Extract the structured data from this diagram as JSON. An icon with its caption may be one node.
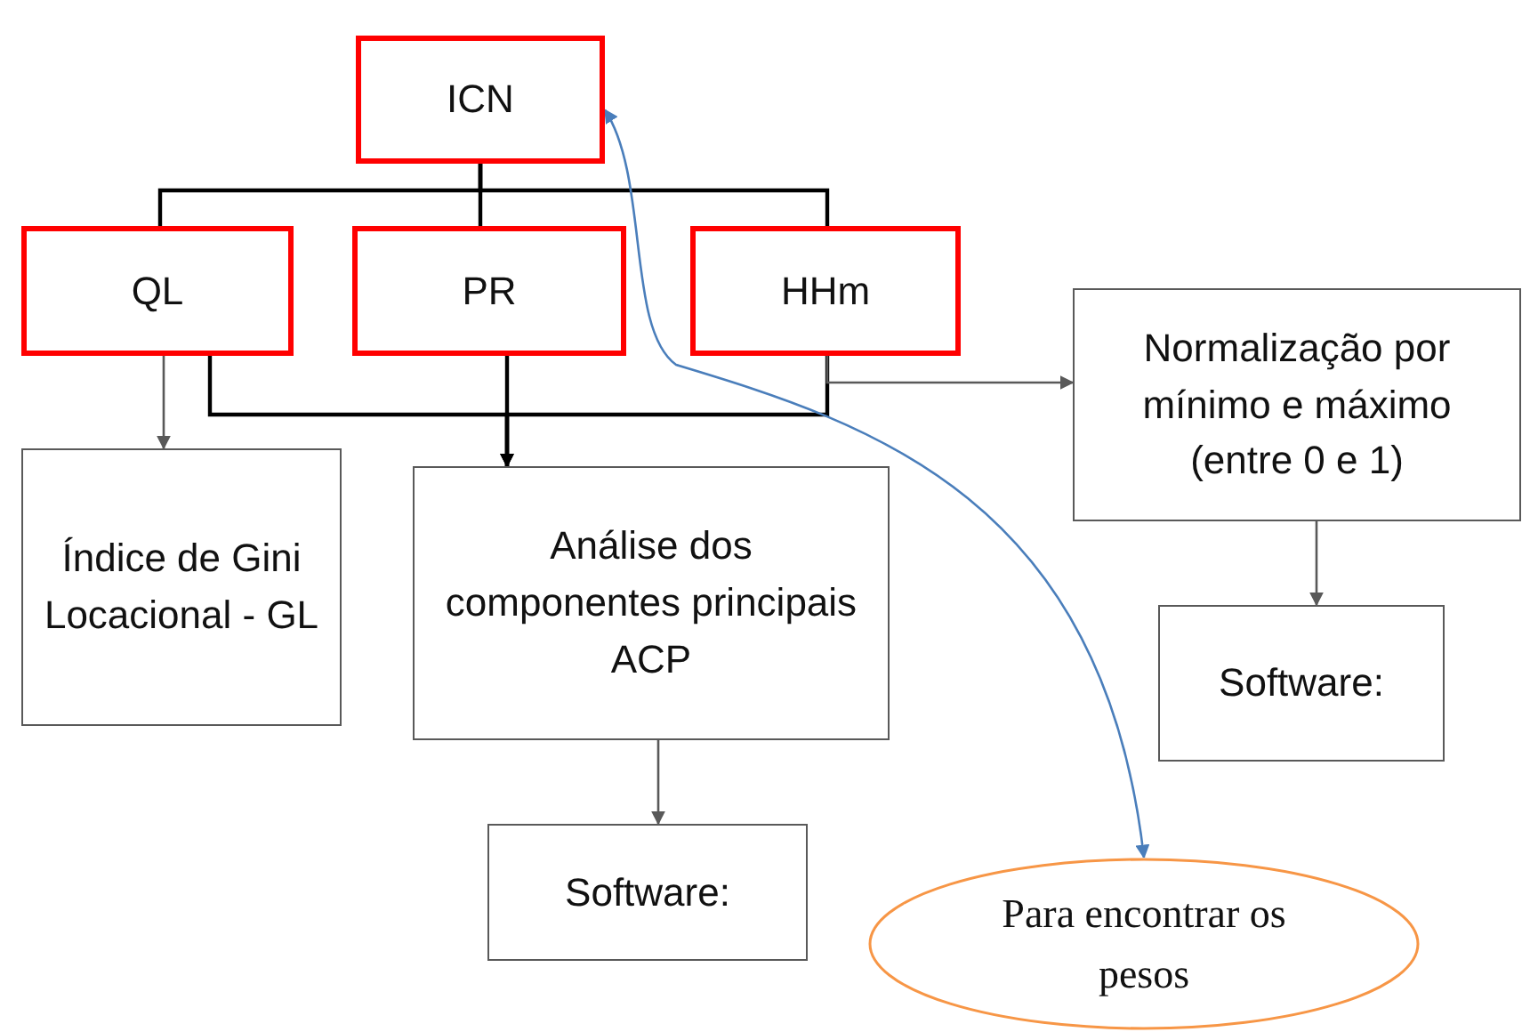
{
  "diagram": {
    "nodes": [
      {
        "text": [
          "ICN"
        ]
      },
      {
        "text": [
          "QL"
        ]
      },
      {
        "text": [
          "PR"
        ]
      },
      {
        "text": [
          "HHm"
        ]
      },
      {
        "text": [
          "Normalização por mínimo e máximo (entre 0 e 1)"
        ]
      },
      {
        "text": [
          "Índice de Gini Locacional - GL"
        ]
      },
      {
        "text": [
          "Análise dos componentes principais ACP"
        ]
      },
      {
        "text": [
          "Software:"
        ]
      },
      {
        "text": [
          "Software:"
        ]
      },
      {
        "text": [
          "Para encontrar os pesos"
        ]
      }
    ],
    "edges": [
      {
        "from": 0,
        "to": 1,
        "arrow": "none",
        "color": "#000000"
      },
      {
        "from": 0,
        "to": 2,
        "arrow": "none",
        "color": "#000000"
      },
      {
        "from": 0,
        "to": 3,
        "arrow": "none",
        "color": "#000000"
      },
      {
        "from": 1,
        "to": 6,
        "arrow": "to",
        "color": "#000000"
      },
      {
        "from": 2,
        "to": 6,
        "arrow": "to",
        "color": "#000000"
      },
      {
        "from": 3,
        "to": 6,
        "arrow": "to",
        "color": "#000000"
      },
      {
        "from": 1,
        "to": 5,
        "arrow": "to"
      },
      {
        "from": 3,
        "to": 4,
        "arrow": "to"
      },
      {
        "from": 6,
        "to": 8,
        "arrow": "to"
      },
      {
        "from": 4,
        "to": 7,
        "arrow": "to"
      },
      {
        "from": 0,
        "to": 9,
        "arrow": "both",
        "color": "#4a7ebb"
      }
    ]
  }
}
